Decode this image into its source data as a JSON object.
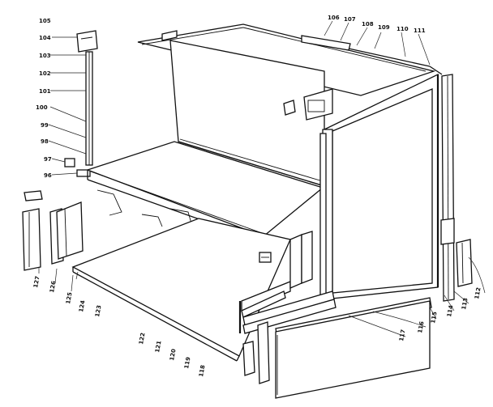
{
  "callouts": {
    "c105": "105",
    "c104": "104",
    "c103": "103",
    "c102": "102",
    "c101": "101",
    "c100": "100",
    "c99": "99",
    "c98": "98",
    "c97": "97",
    "c96": "96",
    "c106": "106",
    "c107": "107",
    "c108": "108",
    "c109": "109",
    "c110": "110",
    "c111": "111",
    "c112": "112",
    "c113": "113",
    "c114": "114",
    "c115": "115",
    "c116": "116",
    "c117": "117",
    "c118": "118",
    "c119": "119",
    "c120": "120",
    "c121": "121",
    "c122": "122",
    "c123": "123",
    "c124": "124",
    "c125": "125",
    "c126": "126",
    "c127": "127"
  }
}
